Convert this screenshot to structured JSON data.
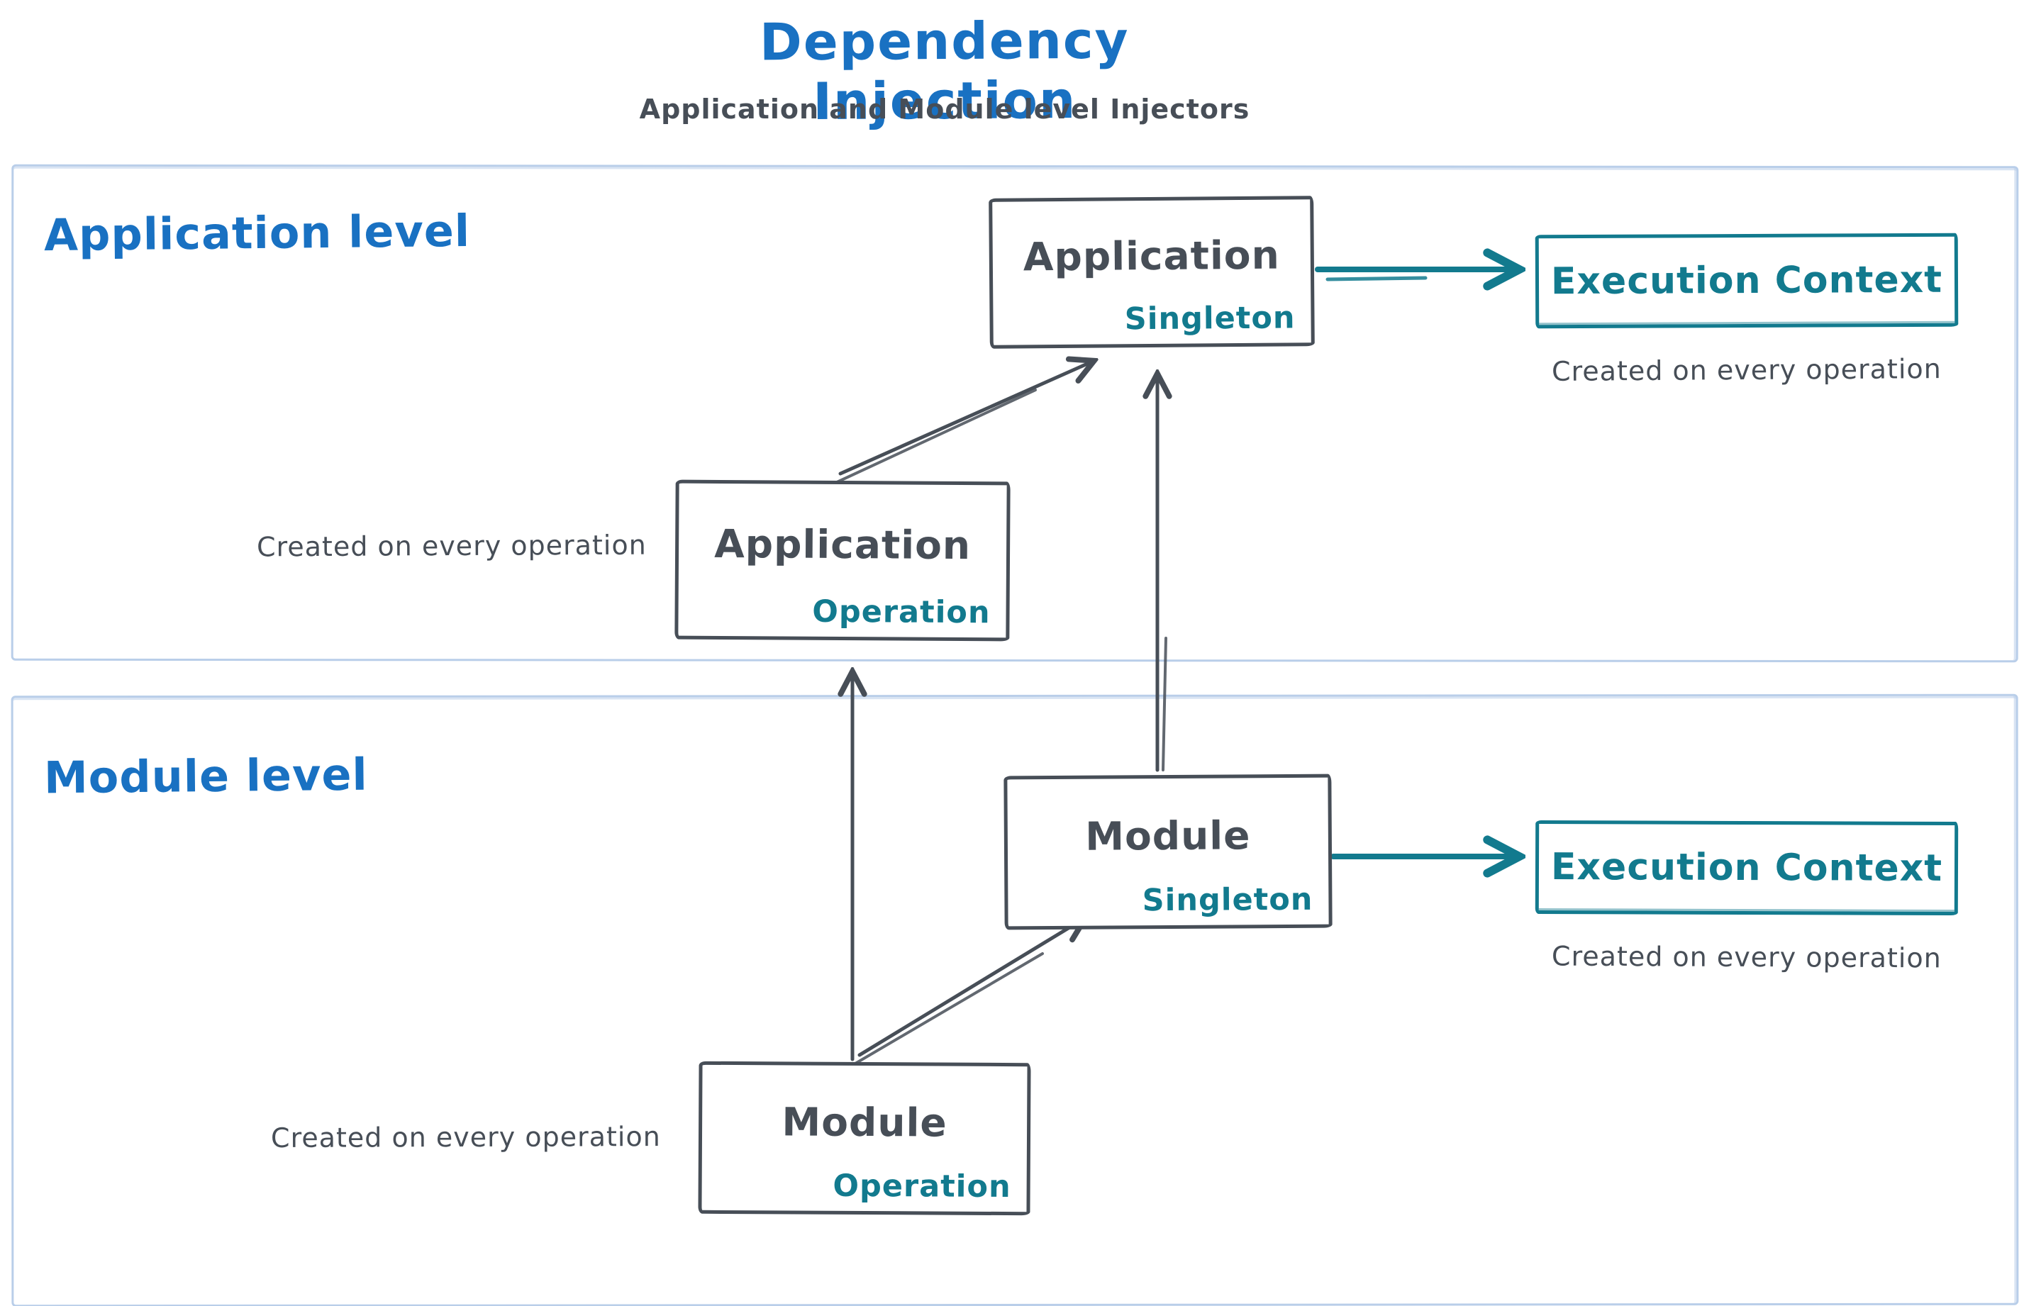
{
  "title": "Dependency Injection",
  "subtitle": "Application and Module level Injectors",
  "colors": {
    "blue": "#1971c2",
    "dark": "#474e57",
    "teal": "#127a8e",
    "container_border": "#b9cee9"
  },
  "sections": {
    "application": {
      "label": "Application level"
    },
    "module": {
      "label": "Module level"
    }
  },
  "nodes": {
    "app_singleton": {
      "name": "Application",
      "scope": "Singleton"
    },
    "app_operation": {
      "name": "Application",
      "scope": "Operation"
    },
    "module_singleton": {
      "name": "Module",
      "scope": "Singleton"
    },
    "module_operation": {
      "name": "Module",
      "scope": "Operation"
    },
    "app_execution_context": {
      "label": "Execution Context"
    },
    "module_execution_context": {
      "label": "Execution Context"
    }
  },
  "captions": {
    "app_execution_context": "Created on every operation",
    "app_operation": "Created on every operation",
    "module_execution_context": "Created on every operation",
    "module_operation": "Created on every operation"
  }
}
